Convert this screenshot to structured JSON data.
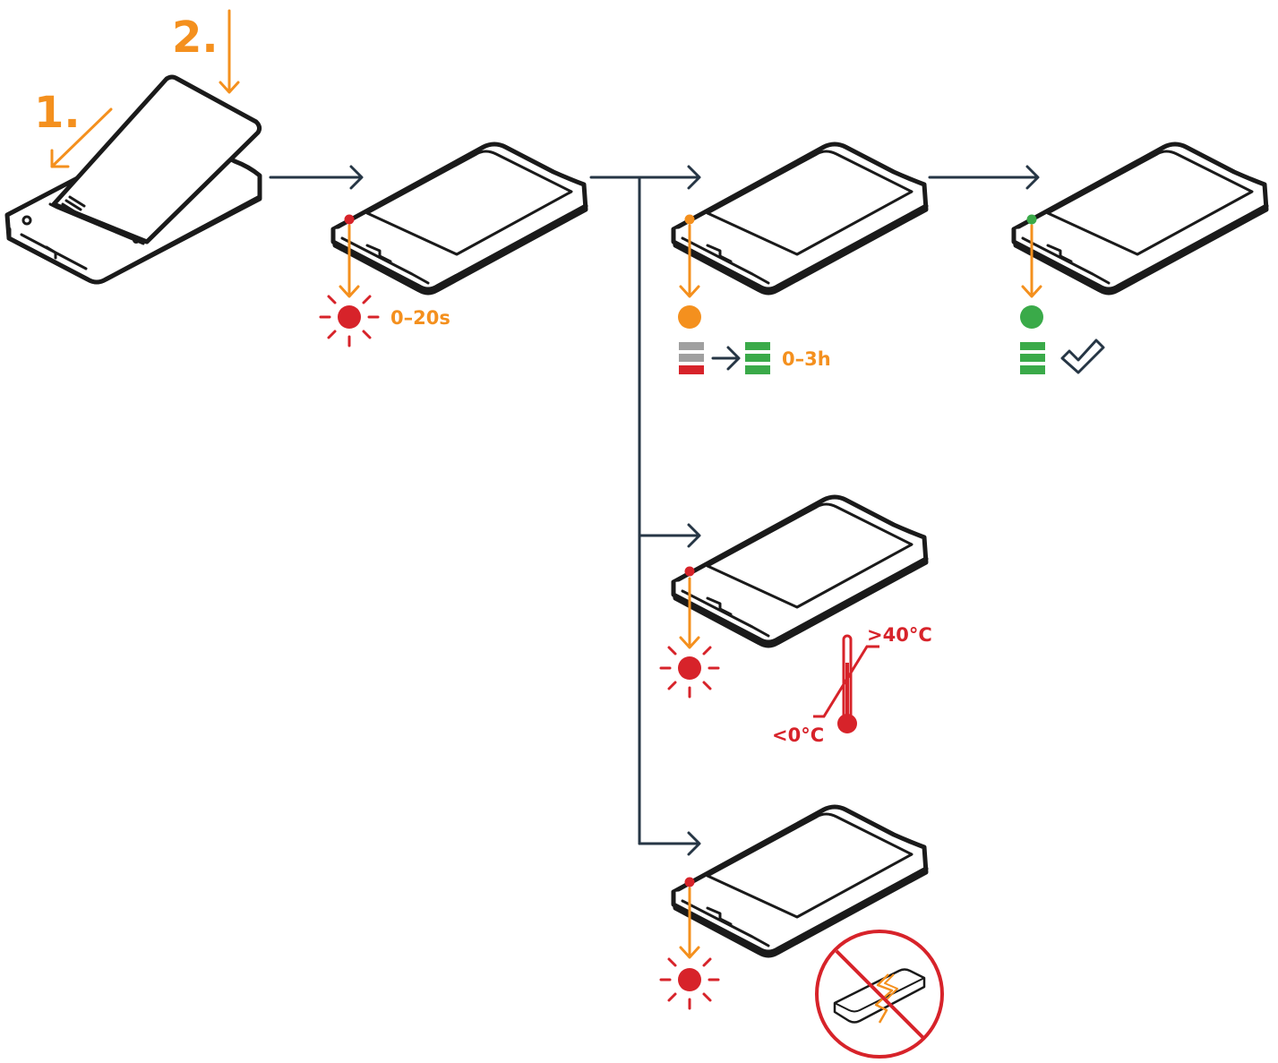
{
  "steps": {
    "step1": "1.",
    "step2": "2."
  },
  "labels": {
    "blink_time": "0–20s",
    "charge_time": "0–3h",
    "temp_high": ">40°C",
    "temp_low": "<0°C"
  },
  "colors": {
    "accent_orange": "#f4901e",
    "status_red": "#d7232a",
    "status_green": "#3aaa49",
    "flow_line": "#263645",
    "battery_gray": "#a0a0a0"
  },
  "icons": [
    "charger-with-battery-icon",
    "blinking-red-led-icon",
    "orange-led-icon",
    "green-led-icon",
    "battery-level-icon",
    "checkmark-icon",
    "thermometer-icon",
    "no-damaged-battery-icon"
  ]
}
